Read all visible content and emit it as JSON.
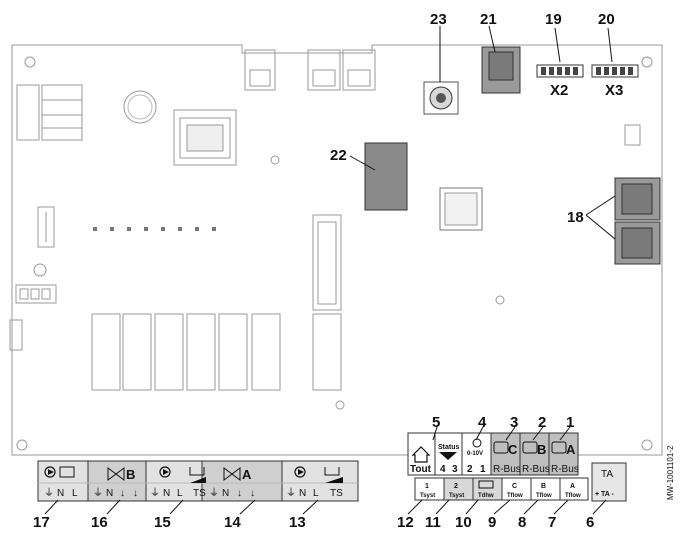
{
  "reference": "MW-1001101-2",
  "callouts": [
    "1",
    "2",
    "3",
    "4",
    "5",
    "6",
    "7",
    "8",
    "9",
    "10",
    "11",
    "12",
    "13",
    "14",
    "15",
    "16",
    "17",
    "18",
    "19",
    "20",
    "21",
    "22",
    "23"
  ],
  "connector_labels": {
    "x2": "X2",
    "x3": "X3"
  },
  "bus_terminals": {
    "tout": "Tout",
    "status": "Status",
    "status_pins": [
      "4",
      "3"
    ],
    "analog": "0-10V",
    "analog_pins": [
      "2",
      "1"
    ],
    "rbus_letters": [
      "C",
      "B",
      "A"
    ],
    "rbus_label": "R-Bus"
  },
  "sensor_terminals": [
    {
      "top": "1",
      "bottom": "Tsyst"
    },
    {
      "top": "2",
      "bottom": "Tsyst"
    },
    {
      "top": "",
      "bottom": "Tdhw"
    },
    {
      "top": "C",
      "bottom": "Tflow"
    },
    {
      "top": "B",
      "bottom": "Tflow"
    },
    {
      "top": "A",
      "bottom": "Tflow"
    }
  ],
  "ta_terminal": {
    "top": "TA",
    "bottom": "+ TA -"
  },
  "power_terminals": {
    "n": "N",
    "l": "L",
    "ts": "TS",
    "b": "B",
    "a": "A"
  }
}
